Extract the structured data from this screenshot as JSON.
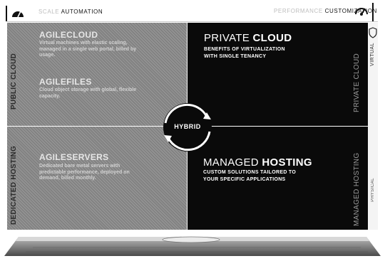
{
  "top": {
    "left_label_faint": "SCALE",
    "left_label": "AUTOMATION",
    "right_label_faint": "PERFORMANCE",
    "right_label": "CUSTOMIZATION"
  },
  "quadrants": {
    "public_cloud": {
      "side_label": "PUBLIC CLOUD",
      "products": [
        {
          "title": "AGILECLOUD",
          "desc": "Virtual machines with elastic scaling, managed in a single web portal, billed by usage."
        },
        {
          "title": "AGILEFILES",
          "desc": "Cloud object storage with global, flexible capacity."
        }
      ]
    },
    "dedicated_hosting": {
      "side_label": "DEDICATED HOSTING",
      "products": [
        {
          "title": "AGILESERVERS",
          "desc": "Dedicated bare metal servers with predictable performance, deployed on demand, billed monthly."
        }
      ]
    },
    "private_cloud": {
      "title_light": "PRIVATE",
      "title_bold": "CLOUD",
      "desc_lines": [
        "BENEFITS OF VIRTUALIZATION",
        "WITH SINGLE TENANCY"
      ],
      "side_label": "PRIVATE CLOUD"
    },
    "managed_hosting": {
      "title_light": "MANAGED",
      "title_bold": "HOSTING",
      "desc_lines": [
        "CUSTOM SOLUTIONS TAILORED TO",
        "YOUR SPECIFIC APPLICATIONS"
      ],
      "side_label": "MANAGED HOSTING"
    }
  },
  "center": {
    "label": "HYBRID"
  },
  "right_axis": {
    "top": "VIRTUAL",
    "bottom": "PHYSICAL"
  },
  "colors": {
    "gray_quadrant": "#8d8d8d",
    "black_quadrant": "#0a0a0a",
    "ring": "#ffffff"
  }
}
